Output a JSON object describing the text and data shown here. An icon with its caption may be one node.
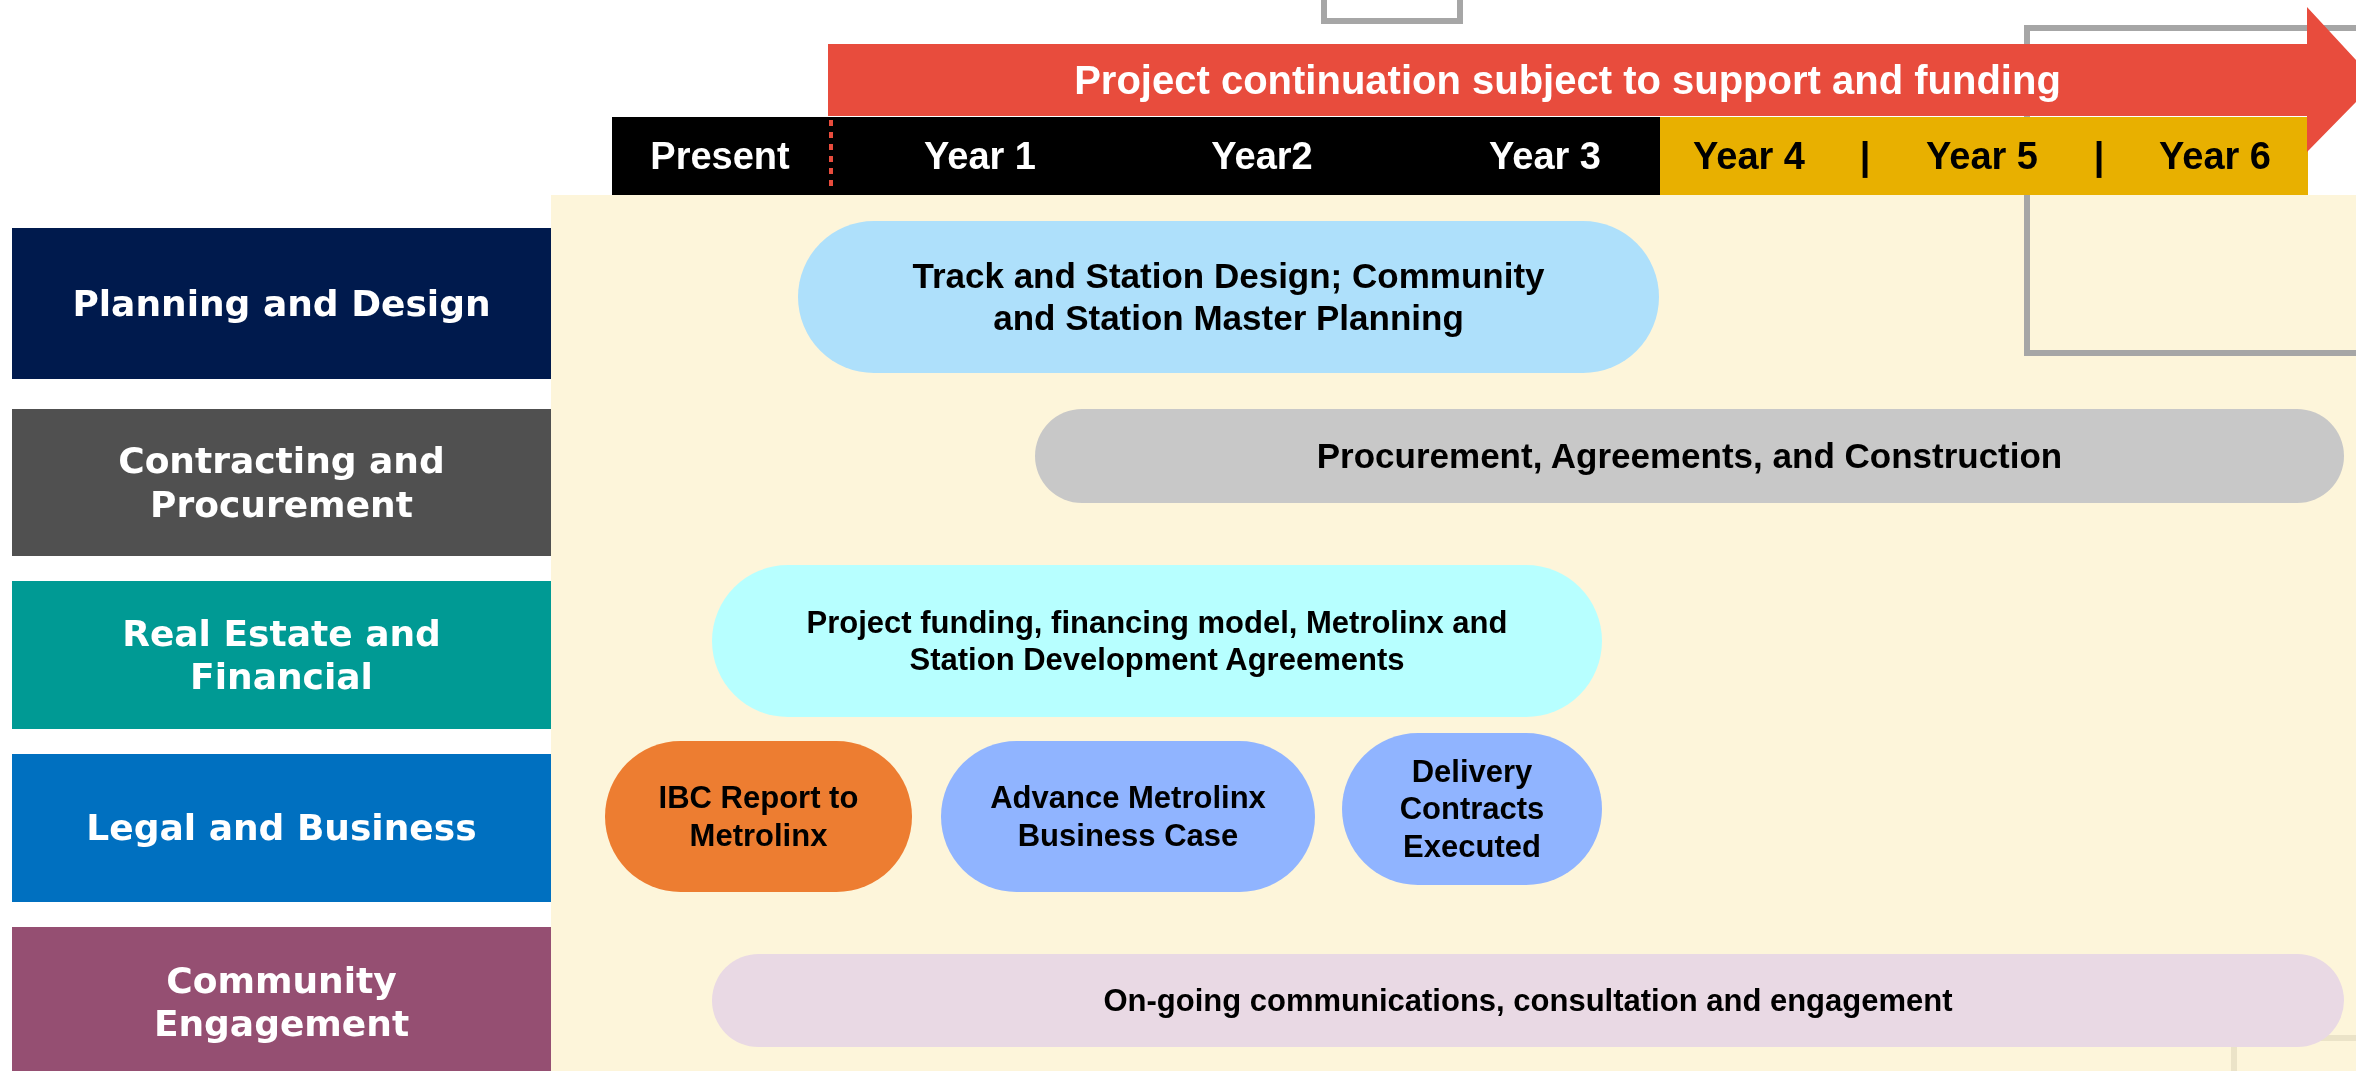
{
  "diagram": {
    "nodes": [
      {
        "text": [
          "Project continuation subject to support and funding"
        ]
      },
      {
        "text": [
          "Planning and Design"
        ]
      },
      {
        "text": [
          "Contracting and Procurement"
        ]
      },
      {
        "text": [
          "Real Estate and Financial"
        ]
      },
      {
        "text": [
          "Legal and Business"
        ]
      },
      {
        "text": [
          "Community Engagement"
        ]
      },
      {
        "text": [
          "Track and Station Design; Community and Station Master Planning"
        ]
      },
      {
        "text": [
          "Procurement, Agreements, and Construction"
        ]
      },
      {
        "text": [
          "Project funding, financing model, Metrolinx and Station Development Agreements"
        ]
      },
      {
        "text": [
          "IBC Report to Metrolinx"
        ]
      },
      {
        "text": [
          "Advance Metrolinx Business Case"
        ]
      },
      {
        "text": [
          "Delivery Contracts Executed"
        ]
      },
      {
        "text": [
          "On-going communications, consultation and engagement"
        ]
      }
    ],
    "labels": [
      "Present",
      "Year 1",
      "Year2",
      "Year 3",
      "Year 4",
      "|",
      "Year 5",
      "|",
      "Year 6"
    ]
  }
}
